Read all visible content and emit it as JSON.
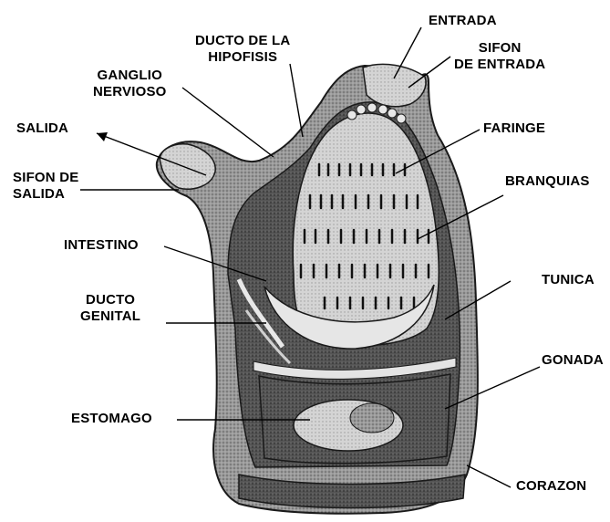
{
  "labels": {
    "entrada": "ENTRADA",
    "sifon_entrada_1": "SIFON",
    "sifon_entrada_2": "DE ENTRADA",
    "ducto_hipofisis_1": "DUCTO DE LA",
    "ducto_hipofisis_2": "HIPOFISIS",
    "ganglio_1": "GANGLIO",
    "ganglio_2": "NERVIOSO",
    "salida": "SALIDA",
    "sifon_salida_1": "SIFON DE",
    "sifon_salida_2": "SALIDA",
    "faringe": "FARINGE",
    "branquias": "BRANQUIAS",
    "intestino": "INTESTINO",
    "tunica": "TUNICA",
    "ducto_genital_1": "DUCTO",
    "ducto_genital_2": "GENITAL",
    "gonada": "GONADA",
    "estomago": "ESTOMAGO",
    "corazon": "CORAZON"
  }
}
